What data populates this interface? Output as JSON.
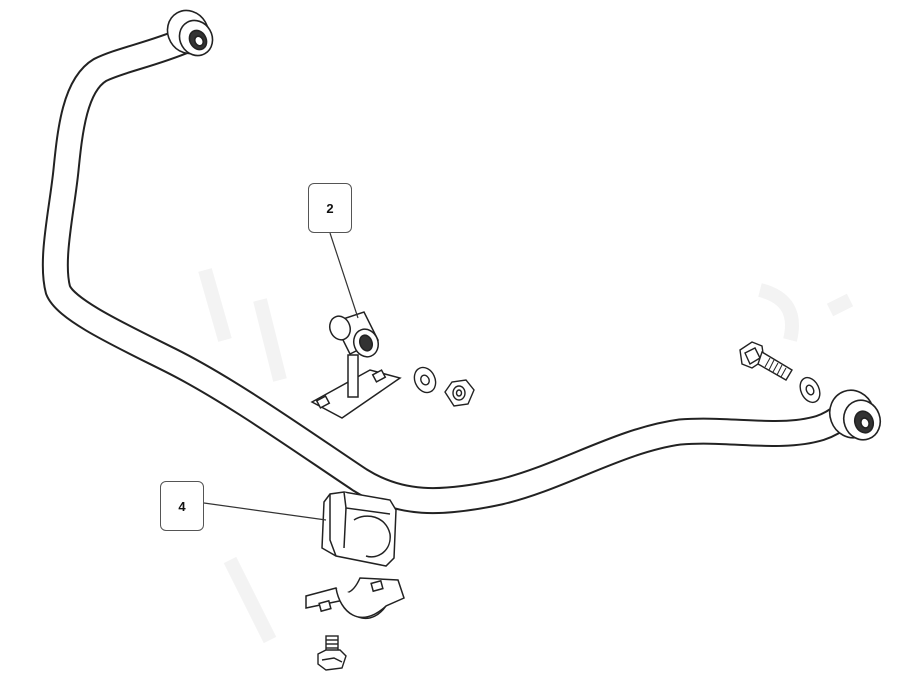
{
  "callouts": [
    {
      "id": "2",
      "label": "2"
    },
    {
      "id": "4",
      "label": "4"
    }
  ],
  "colors": {
    "line": "#222222",
    "fill": "#ffffff",
    "callout_border": "#555555"
  }
}
